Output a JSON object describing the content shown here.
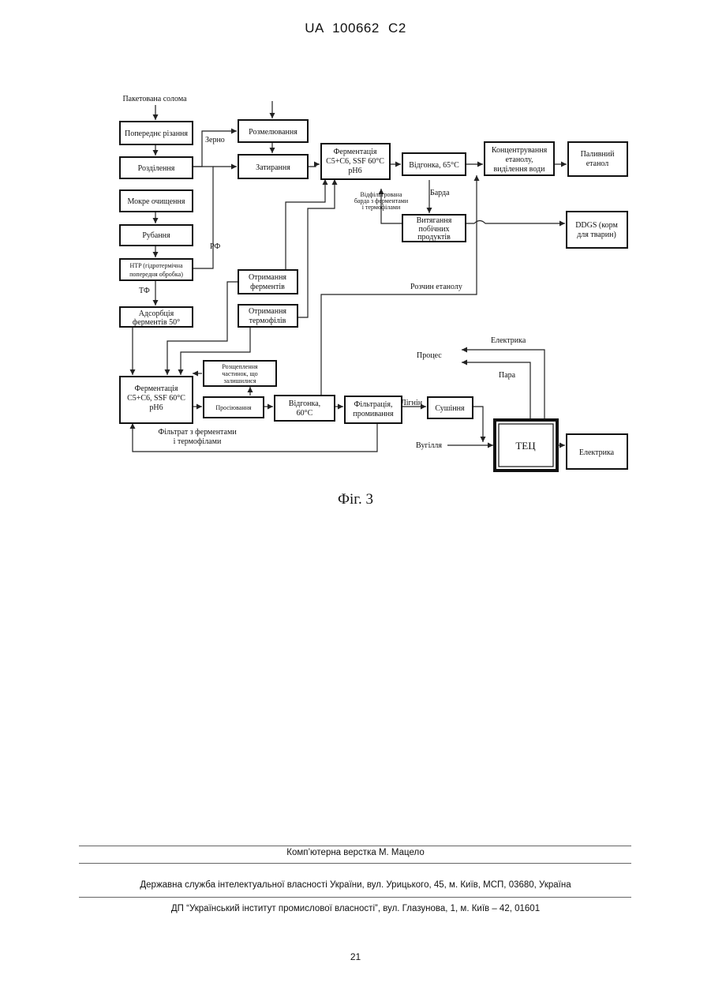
{
  "header": {
    "patent_id": "UA   100662   C2"
  },
  "figure": {
    "caption": "Фіг. 3",
    "nodes": {
      "input_label": "Пакетована солома",
      "pre_cut": "Попереднє різання",
      "separation": "Розділення",
      "wet_clean": "Мокре очищення",
      "chopping": "Рубання",
      "htp_l1": "HTP (гідротермічна",
      "htp_l2": "попередня обробка)",
      "adsorb_l1": "Адсорбція",
      "adsorb_l2": "ферментів 50°",
      "grind": "Розмелювання",
      "mash": "Затирання",
      "ferm1_l1": "Ферментація",
      "ferm1_l2": "C5+C6, SSF 60°C",
      "ferm1_l3": "pH6",
      "distill1": "Відгонка, 65°C",
      "conc_l1": "Концентрування",
      "conc_l2": "етанолу,",
      "conc_l3": "виділення води",
      "fuel_l1": "Паливний",
      "fuel_l2": "етанол",
      "extract_l1": "Витягання",
      "extract_l2": "побічних",
      "extract_l3": "продуктів",
      "ddgs_l1": "DDGS (корм",
      "ddgs_l2": "для тварин)",
      "get_enz_l1": "Отримання",
      "get_enz_l2": "ферментів",
      "get_thermo_l1": "Отримання",
      "get_thermo_l2": "термофілів",
      "ferm2_l1": "Ферментація",
      "ferm2_l2": "C5+C6, SSF 60°C",
      "ferm2_l3": "pH6",
      "split_l1": "Розщеплення",
      "split_l2": "частинок, що",
      "split_l3": "залишилися",
      "washing": "Просіювання",
      "distill2_l1": "Відгонка,",
      "distill2_l2": "60°C",
      "filter_l1": "Фільтрація,",
      "filter_l2": "промивання",
      "drying": "Сушіння",
      "tec": "ТЕЦ",
      "electric_out": "Електрика"
    },
    "labels": {
      "grain": "Зерно",
      "rf": "РФ",
      "tf": "ТФ",
      "stillage": "Барда",
      "filtered_l1": "Відфільтрована",
      "filtered_l2": "барда з ферментами",
      "filtered_l3": "і термофілами",
      "ethanol_solution": "Розчин етанолу",
      "electricity": "Електрика",
      "process": "Процес",
      "steam": "Пара",
      "lignin": "Лігнін",
      "coal": "Вугілля",
      "filtrate_l1": "Фільтрат з ферментами",
      "filtrate_l2": "і термофілами"
    }
  },
  "footer": {
    "layout": "Комп’ютерна верстка М. Мацело",
    "office": "Державна служба інтелектуальної власності України, вул. Урицького, 45, м. Київ, МСП, 03680, Україна",
    "institute": "ДП “Український інститут промислової власності”, вул. Глазунова, 1, м. Київ – 42, 01601",
    "page_number": "21"
  }
}
